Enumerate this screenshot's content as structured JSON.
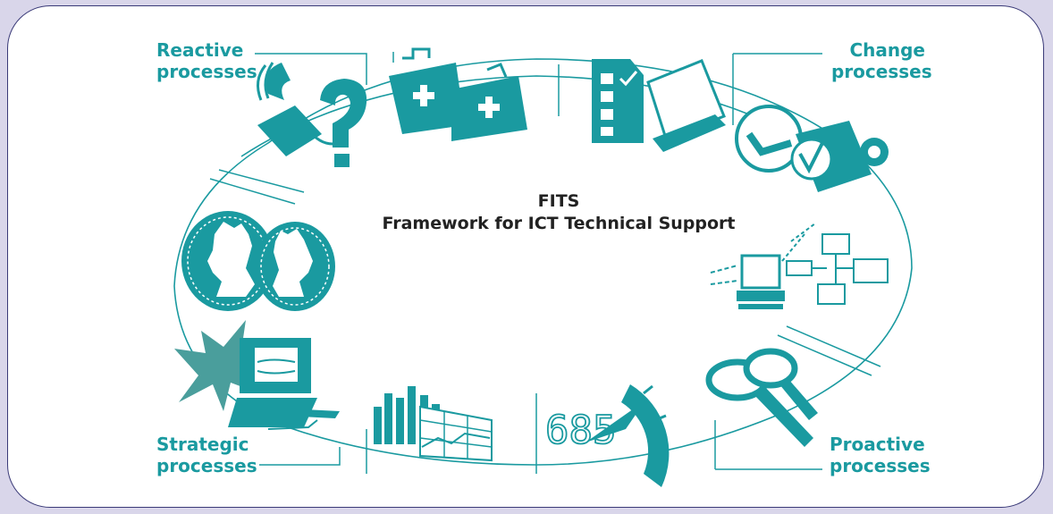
{
  "title": "FITS",
  "subtitle": "Framework for ICT Technical Support",
  "quadrants": {
    "reactive": {
      "line1": "Reactive",
      "line2": "processes"
    },
    "change": {
      "line1": "Change",
      "line2": "processes"
    },
    "strategic": {
      "line1": "Strategic",
      "line2": "processes"
    },
    "proactive": {
      "line1": "Proactive",
      "line2": "processes"
    }
  },
  "display_digits": "685",
  "colors": {
    "accent": "#1a9aa0",
    "frame": "#3a3a78",
    "background": "#d9d6ea"
  },
  "icons": [
    "telephone-question-icon",
    "first-aid-kit-icon",
    "checklist-laptop-icon",
    "checked-folders-icon",
    "network-monitor-icon",
    "magnifier-icon",
    "speedometer-icon",
    "bar-chart-icon",
    "crash-computer-icon",
    "mirror-heads-icon"
  ]
}
